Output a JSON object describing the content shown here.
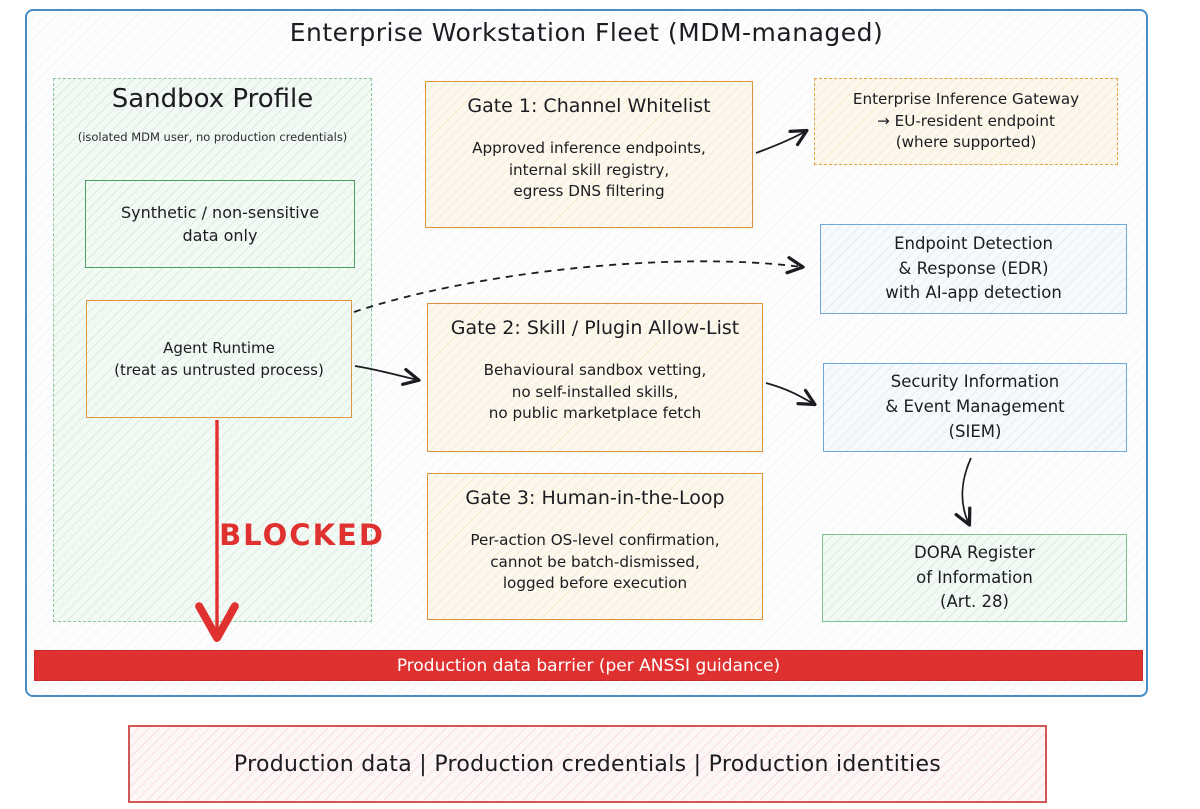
{
  "title": "Enterprise Workstation Fleet (MDM-managed)",
  "colors": {
    "frame_blue": "#4a8dc4",
    "node_blue": "#6fa8d8",
    "green": "#4b9e5f",
    "orange": "#e0913c",
    "red": "#e03131"
  },
  "sandbox": {
    "title": "Sandbox Profile",
    "subtitle": "(isolated MDM user, no production credentials)",
    "synthetic_data_node": "Synthetic / non-sensitive\ndata only",
    "agent_runtime_node": "Agent Runtime\n(treat as untrusted process)",
    "blocked_label": "BLOCKED"
  },
  "gates": [
    {
      "title": "Gate 1: Channel Whitelist",
      "body": "Approved inference endpoints,\ninternal skill registry,\negress DNS filtering"
    },
    {
      "title": "Gate 2: Skill / Plugin Allow-List",
      "body": "Behavioural sandbox vetting,\nno self-installed skills,\nno public marketplace fetch"
    },
    {
      "title": "Gate 3: Human-in-the-Loop",
      "body": "Per-action OS-level confirmation,\ncannot be batch-dismissed,\nlogged before execution"
    }
  ],
  "right_nodes": {
    "gateway": "Enterprise Inference Gateway\n→ EU-resident endpoint\n(where supported)",
    "edr": "Endpoint Detection\n& Response (EDR)\nwith AI-app detection",
    "siem": "Security Information\n& Event Management\n(SIEM)",
    "dora": "DORA Register\nof Information\n(Art. 28)"
  },
  "barrier_label": "Production data barrier (per ANSSI guidance)",
  "production_zone_label": "Production data | Production credentials | Production identities"
}
